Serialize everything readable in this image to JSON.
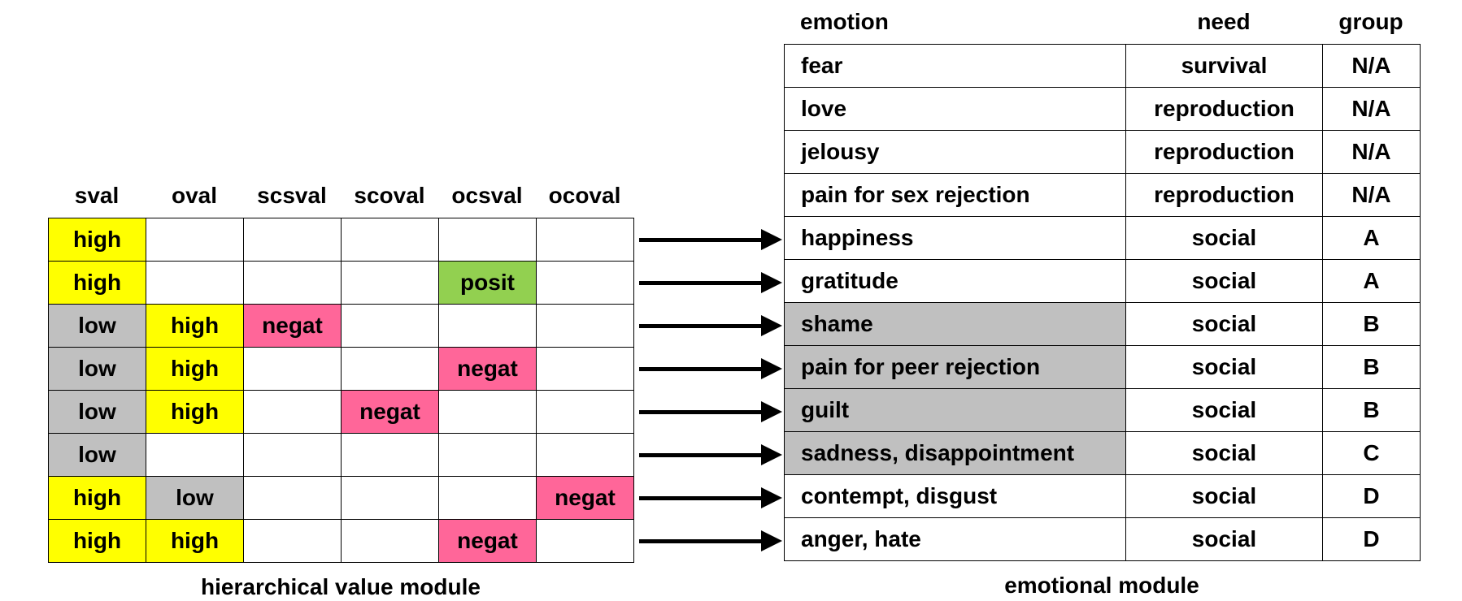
{
  "left_module": {
    "caption": "hierarchical value module",
    "columns": [
      "sval",
      "oval",
      "scsval",
      "scoval",
      "ocsval",
      "ocoval"
    ],
    "rows": [
      [
        "high",
        "",
        "",
        "",
        "",
        ""
      ],
      [
        "high",
        "",
        "",
        "",
        "posit",
        ""
      ],
      [
        "low",
        "high",
        "negat",
        "",
        "",
        ""
      ],
      [
        "low",
        "high",
        "",
        "",
        "negat",
        ""
      ],
      [
        "low",
        "high",
        "",
        "negat",
        "",
        ""
      ],
      [
        "low",
        "",
        "",
        "",
        "",
        ""
      ],
      [
        "high",
        "low",
        "",
        "",
        "",
        "negat"
      ],
      [
        "high",
        "high",
        "",
        "",
        "negat",
        ""
      ]
    ]
  },
  "right_module": {
    "caption": "emotional module",
    "columns": {
      "emotion": "emotion",
      "need": "need",
      "group": "group"
    },
    "rows": [
      {
        "emotion": "fear",
        "need": "survival",
        "group": "N/A",
        "shaded": false
      },
      {
        "emotion": "love",
        "need": "reproduction",
        "group": "N/A",
        "shaded": false
      },
      {
        "emotion": "jelousy",
        "need": "reproduction",
        "group": "N/A",
        "shaded": false
      },
      {
        "emotion": "pain for sex rejection",
        "need": "reproduction",
        "group": "N/A",
        "shaded": false
      },
      {
        "emotion": "happiness",
        "need": "social",
        "group": "A",
        "shaded": false
      },
      {
        "emotion": "gratitude",
        "need": "social",
        "group": "A",
        "shaded": false
      },
      {
        "emotion": "shame",
        "need": "social",
        "group": "B",
        "shaded": true
      },
      {
        "emotion": "pain for peer rejection",
        "need": "social",
        "group": "B",
        "shaded": true
      },
      {
        "emotion": "guilt",
        "need": "social",
        "group": "B",
        "shaded": true
      },
      {
        "emotion": "sadness, disappointment",
        "need": "social",
        "group": "C",
        "shaded": true
      },
      {
        "emotion": "contempt, disgust",
        "need": "social",
        "group": "D",
        "shaded": false
      },
      {
        "emotion": "anger, hate",
        "need": "social",
        "group": "D",
        "shaded": false
      }
    ]
  },
  "colors": {
    "high": "#ffff00",
    "low": "#c0c0c0",
    "negat": "#ff6699",
    "posit": "#92d050",
    "shaded_emotion": "#c0c0c0"
  }
}
